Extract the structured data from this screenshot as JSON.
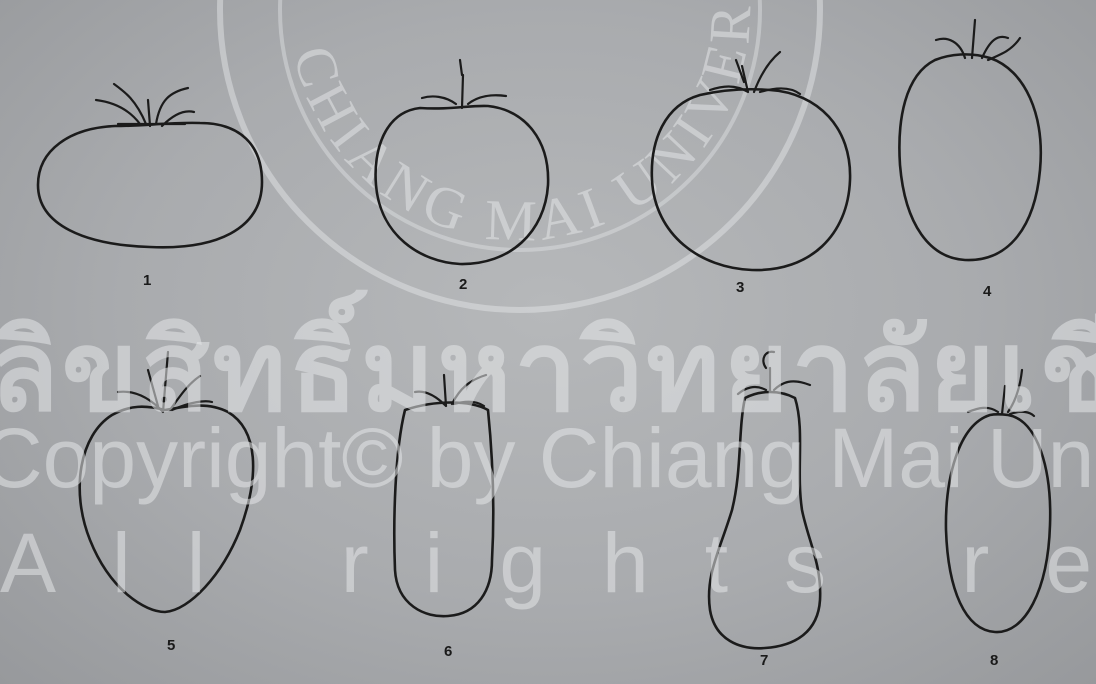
{
  "figure": {
    "labels": [
      "1",
      "2",
      "3",
      "4",
      "5",
      "6",
      "7",
      "8"
    ]
  },
  "watermark": {
    "seal_text": "CHIANG MAI UNIVERSITY",
    "thai_text": "ลิขสิทธิ์มหาวิทยาลัยเชียงใหม่",
    "copyright_text": "Copyright© by Chiang Mai University",
    "rights_text": "All rights reserved"
  },
  "colors": {
    "paper": "#acaeb0",
    "ink": "#1b1b1b",
    "watermark": "#e4e6e8"
  }
}
